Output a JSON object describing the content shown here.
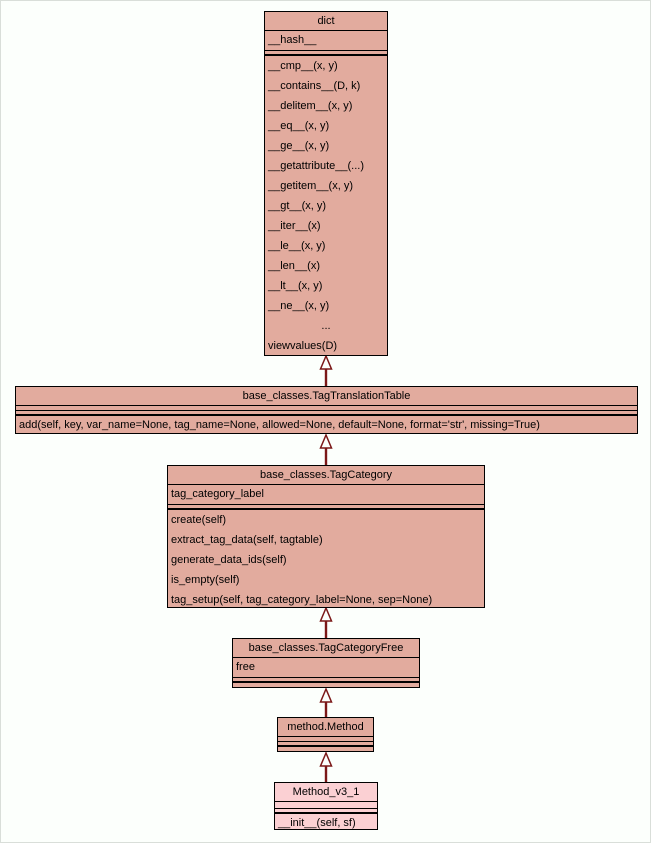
{
  "colors": {
    "background": "#fcfffc",
    "box_fill": "#e2ab9e",
    "highlight_fill": "#fbd0d3",
    "border": "#000000",
    "arrow": "#7b1818"
  },
  "classes": [
    {
      "title": "dict",
      "attributes": [
        "__hash__"
      ],
      "methods": [
        "__cmp__(x, y)",
        "__contains__(D, k)",
        "__delitem__(x, y)",
        "__eq__(x, y)",
        "__ge__(x, y)",
        "__getattribute__(...)",
        "__getitem__(x, y)",
        "__gt__(x, y)",
        "__iter__(x)",
        "__le__(x, y)",
        "__len__(x)",
        "__lt__(x, y)",
        "__ne__(x, y)",
        {
          "text": "...",
          "align": "center"
        },
        "viewvalues(D)"
      ]
    },
    {
      "title": "base_classes.TagTranslationTable",
      "attributes": [],
      "methods": [
        "add(self, key, var_name=None, tag_name=None, allowed=None, default=None, format='str', missing=True)"
      ]
    },
    {
      "title": "base_classes.TagCategory",
      "attributes": [
        "tag_category_label"
      ],
      "methods": [
        "create(self)",
        "extract_tag_data(self, tagtable)",
        "generate_data_ids(self)",
        "is_empty(self)",
        "tag_setup(self, tag_category_label=None, sep=None)"
      ]
    },
    {
      "title": "base_classes.TagCategoryFree",
      "attributes": [
        "free"
      ],
      "methods": []
    },
    {
      "title": "method.Method",
      "attributes": [],
      "methods": []
    },
    {
      "title": "Method_v3_1",
      "attributes": [],
      "methods": [
        "__init__(self, sf)"
      ]
    }
  ],
  "relations": [
    {
      "child": "base_classes.TagTranslationTable",
      "parent": "dict",
      "type": "inheritance"
    },
    {
      "child": "base_classes.TagCategory",
      "parent": "base_classes.TagTranslationTable",
      "type": "inheritance"
    },
    {
      "child": "base_classes.TagCategoryFree",
      "parent": "base_classes.TagCategory",
      "type": "inheritance"
    },
    {
      "child": "method.Method",
      "parent": "base_classes.TagCategoryFree",
      "type": "inheritance"
    },
    {
      "child": "Method_v3_1",
      "parent": "method.Method",
      "type": "inheritance"
    }
  ]
}
